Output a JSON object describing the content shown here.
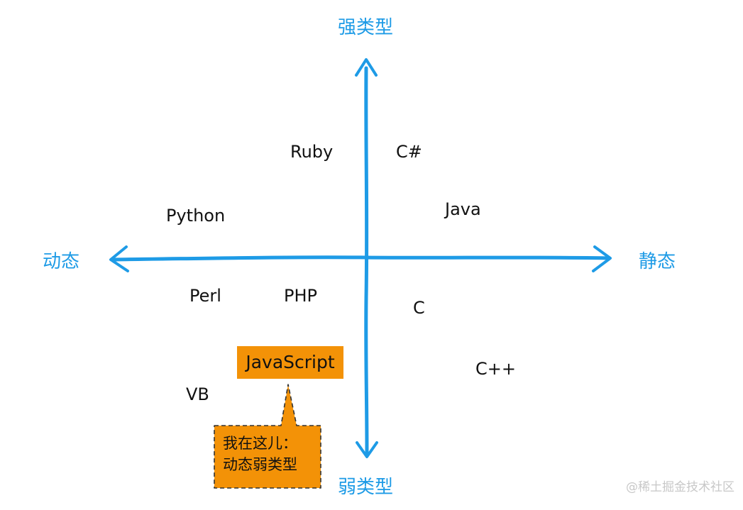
{
  "axes": {
    "top": "强类型",
    "bottom": "弱类型",
    "left": "动态",
    "right": "静态"
  },
  "languages": {
    "ruby": "Ruby",
    "csharp": "C#",
    "python": "Python",
    "java": "Java",
    "perl": "Perl",
    "php": "PHP",
    "c": "C",
    "javascript": "JavaScript",
    "cpp": "C++",
    "vb": "VB"
  },
  "callout": {
    "line1": "我在这儿：",
    "line2": "动态弱类型"
  },
  "watermark": "@稀土掘金技术社区",
  "colors": {
    "axis": "#1e9be6",
    "highlight": "#f39207",
    "text": "#111111"
  }
}
